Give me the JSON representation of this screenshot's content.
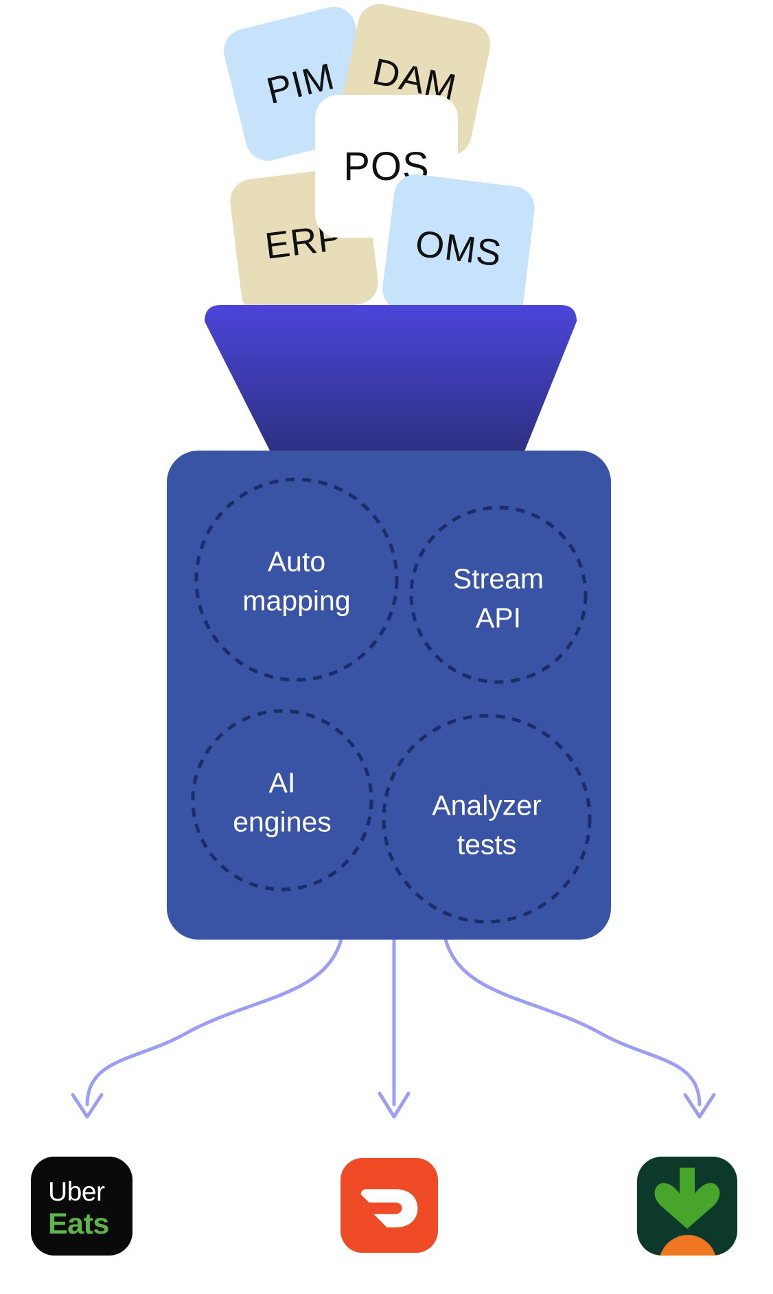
{
  "diagram": {
    "title_hint": "data sources funnelled through engine into delivery platforms",
    "source_cards": [
      {
        "label": "PIM",
        "color": "#c7e2fb"
      },
      {
        "label": "DAM",
        "color": "#e7ddb9"
      },
      {
        "label": "POS",
        "color": "#ffffff"
      },
      {
        "label": "ERP",
        "color": "#e7ddb9"
      },
      {
        "label": "OMS",
        "color": "#c7e2fb"
      }
    ],
    "funnel": {
      "gradient_top": "#4c45da",
      "gradient_bottom": "#2d3080"
    },
    "engine_box": {
      "color": "#3a54a5",
      "circle_stroke": "#1b2c66",
      "capabilities": [
        {
          "line1": "Auto",
          "line2": "mapping"
        },
        {
          "line1": "Stream",
          "line2": "API"
        },
        {
          "line1": "AI",
          "line2": "engines"
        },
        {
          "line1": "Analyzer",
          "line2": "tests"
        }
      ]
    },
    "arrows": {
      "color": "#9b9ef4",
      "count": 3
    },
    "destinations": [
      {
        "icon": "uber-eats-logo",
        "line1": "Uber",
        "line2": "Eats",
        "bg": "#0a0a0a",
        "accent": "#5fb549"
      },
      {
        "icon": "doordash-logo",
        "bg": "#ef4b26",
        "glyph_color": "#ffffff"
      },
      {
        "icon": "instacart-logo",
        "bg": "#0d392b",
        "leaf_green": "#46a52a",
        "carrot_orange": "#ef7722"
      }
    ]
  }
}
